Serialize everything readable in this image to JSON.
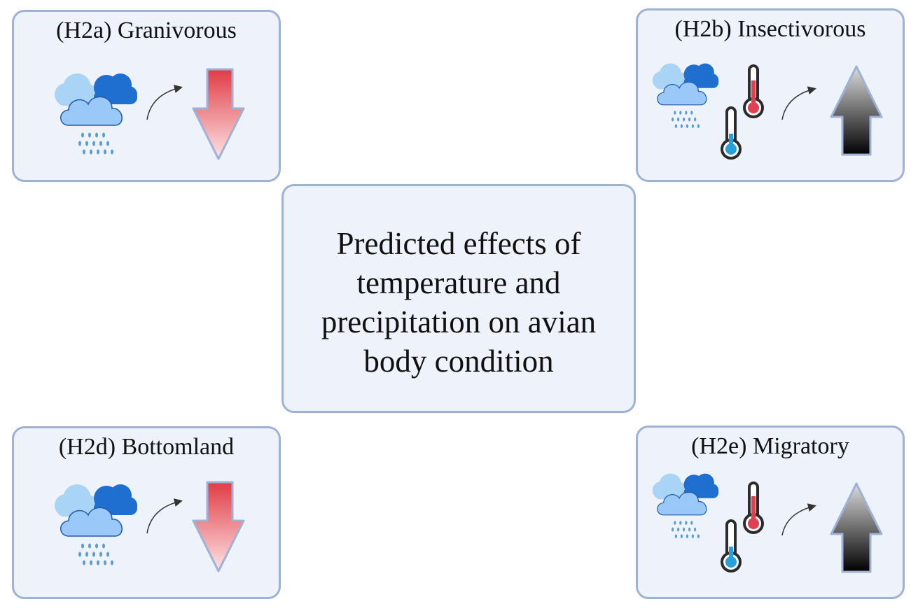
{
  "center": {
    "lines": [
      "Predicted effects of",
      "temperature and",
      "precipitation on avian",
      "body condition"
    ]
  },
  "hypotheses": [
    {
      "id": "h2a",
      "title": "(H2a) Granivorous",
      "icons": [
        "rain-cloud-icon",
        "curved-arrow-icon"
      ],
      "effect": "decrease",
      "thermometers": false
    },
    {
      "id": "h2b",
      "title": "(H2b) Insectivorous",
      "icons": [
        "rain-cloud-icon",
        "hot-thermometer-icon",
        "cold-thermometer-icon",
        "curved-arrow-icon"
      ],
      "effect": "increase",
      "thermometers": true
    },
    {
      "id": "h2d",
      "title": "(H2d) Bottomland",
      "icons": [
        "rain-cloud-icon",
        "curved-arrow-icon"
      ],
      "effect": "decrease",
      "thermometers": false
    },
    {
      "id": "h2e",
      "title": "(H2e) Migratory",
      "icons": [
        "rain-cloud-icon",
        "hot-thermometer-icon",
        "cold-thermometer-icon",
        "curved-arrow-icon"
      ],
      "effect": "increase",
      "thermometers": true
    }
  ],
  "colors": {
    "box_fill": "#edf2fb",
    "box_border": "#9eb1d6",
    "decrease_arrow_top": "#e03c45",
    "decrease_arrow_bottom": "#fde4e6",
    "increase_arrow_top": "#d8d8d8",
    "increase_arrow_bottom": "#000000",
    "thermometer_hot": "#e04050",
    "thermometer_cold": "#2aa0d8",
    "cloud_dark": "#1e6fd0",
    "cloud_light": "#a9d4f5",
    "cloud_front": "#9ac8f8",
    "rain": "#5b9bd0"
  }
}
